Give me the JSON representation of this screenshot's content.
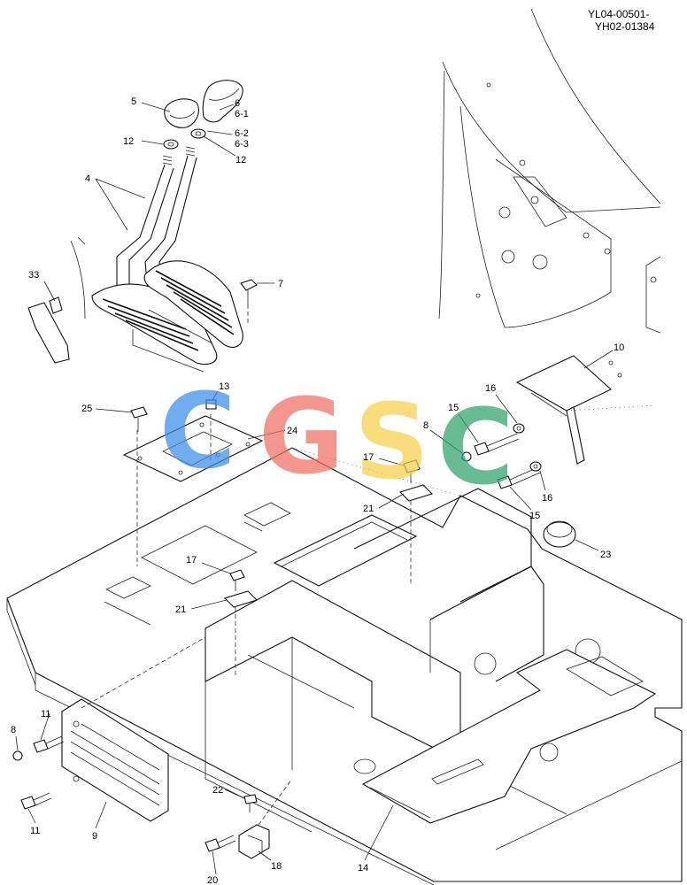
{
  "doc_codes": [
    "YL04-00501-",
    "YH02-01384"
  ],
  "watermark": {
    "letters": [
      "C",
      "G",
      "S",
      "C"
    ],
    "colors": [
      "#3b8de8",
      "#ef6f63",
      "#f7d04a",
      "#2ea36b"
    ]
  },
  "callouts": [
    "5",
    "6",
    "6-1",
    "6-2",
    "6-3",
    "12",
    "12",
    "4",
    "33",
    "7",
    "10",
    "16",
    "13",
    "15",
    "8",
    "25",
    "24",
    "17",
    "21",
    "16",
    "15",
    "23",
    "17",
    "21",
    "11",
    "8",
    "11",
    "9",
    "22",
    "20",
    "18",
    "14"
  ]
}
